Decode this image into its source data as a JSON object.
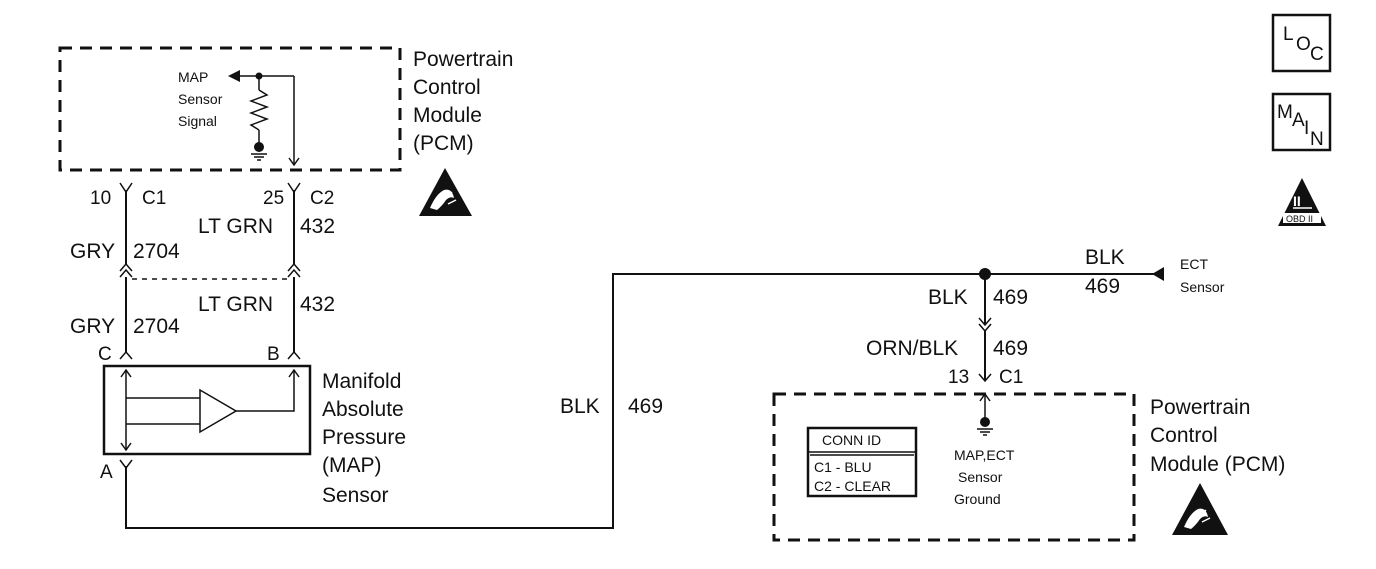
{
  "pcm_top": {
    "title_lines": [
      "Powertrain",
      "Control",
      "Module",
      "(PCM)"
    ],
    "internal_label_lines": [
      "MAP",
      "Sensor",
      "Signal"
    ]
  },
  "connectors": {
    "c1_pin_top": "10",
    "c1_name_top": "C1",
    "c2_pin_top": "25",
    "c2_name_top": "C2",
    "c1_pin_bottom": "13",
    "c1_name_bottom": "C1"
  },
  "wires": {
    "gry_color": "GRY",
    "gry_circuit": "2704",
    "ltgrn_color": "LT GRN",
    "ltgrn_circuit": "432",
    "blk_color": "BLK",
    "blk_circuit": "469",
    "ornblk_color": "ORN/BLK",
    "ornblk_circuit": "469"
  },
  "map_sensor": {
    "pin_c": "C",
    "pin_b": "B",
    "pin_a": "A",
    "title_lines": [
      "Manifold",
      "Absolute",
      "Pressure",
      "(MAP)",
      "Sensor"
    ]
  },
  "ect": {
    "label_lines": [
      "ECT",
      "Sensor"
    ]
  },
  "pcm_bottom": {
    "title_lines": [
      "Powertrain",
      "Control",
      "Module (PCM)"
    ],
    "ground_label_lines": [
      "MAP,ECT",
      "Sensor",
      "Ground"
    ],
    "conn_id_title": "CONN ID",
    "conn_id_lines": [
      "C1 - BLU",
      "C2 - CLEAR"
    ]
  },
  "icons": {
    "loc_letters": [
      "L",
      "O",
      "C"
    ],
    "main_letters": [
      "M",
      "A",
      "I",
      "N"
    ],
    "obd_numeral": "II",
    "obd_text": "OBD II"
  }
}
